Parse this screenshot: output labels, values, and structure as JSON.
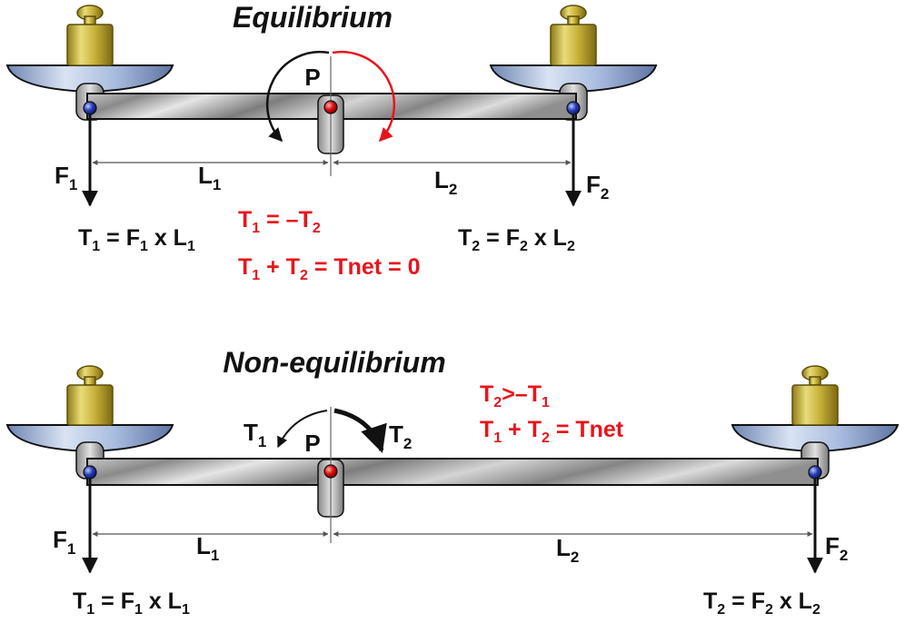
{
  "colors": {
    "red": "#e8141c",
    "black": "#111111",
    "beam": "#a9a9a9",
    "weight_gold": "#c9b53a",
    "pan_blue": "#8fa8cf",
    "pin_red": "#e01010",
    "pin_blue": "#2a3fc0"
  },
  "icons": [
    "brass-weight-icon",
    "balance-pan-icon",
    "pivot-pin-icon",
    "force-arrow-icon",
    "rotation-arrow-icon"
  ],
  "panels": [
    {
      "title": "Equilibrium",
      "pivot_label": "P",
      "force_left": {
        "base": "F",
        "sub": "1"
      },
      "force_right": {
        "base": "F",
        "sub": "2"
      },
      "length_left": {
        "base": "L",
        "sub": "1"
      },
      "length_right": {
        "base": "L",
        "sub": "2"
      },
      "torque_left": {
        "t": "T",
        "t_sub": "1",
        "eq": " = ",
        "f": "F",
        "f_sub": "1",
        "x": " x ",
        "l": "L",
        "l_sub": "1"
      },
      "torque_right": {
        "t": "T",
        "t_sub": "2",
        "eq": " = ",
        "f": "F",
        "f_sub": "2",
        "x": " x ",
        "l": "L",
        "l_sub": "2"
      },
      "relation1": {
        "a": "T",
        "a_sub": "1",
        "op": " = –",
        "b": "T",
        "b_sub": "2"
      },
      "relation2": {
        "a": "T",
        "a_sub": "1",
        "op": " + ",
        "b": "T",
        "b_sub": "2",
        "rest": " = Tnet = 0"
      }
    },
    {
      "title": "Non-equilibrium",
      "pivot_label": "P",
      "arrow_left": {
        "base": "T",
        "sub": "1"
      },
      "arrow_right": {
        "base": "T",
        "sub": "2"
      },
      "force_left": {
        "base": "F",
        "sub": "1"
      },
      "force_right": {
        "base": "F",
        "sub": "2"
      },
      "length_left": {
        "base": "L",
        "sub": "1"
      },
      "length_right": {
        "base": "L",
        "sub": "2"
      },
      "torque_left": {
        "t": "T",
        "t_sub": "1",
        "eq": " = ",
        "f": "F",
        "f_sub": "1",
        "x": " x ",
        "l": "L",
        "l_sub": "1"
      },
      "torque_right": {
        "t": "T",
        "t_sub": "2",
        "eq": " = ",
        "f": "F",
        "f_sub": "2",
        "x": " x ",
        "l": "L",
        "l_sub": "2"
      },
      "relation1": {
        "a": "T",
        "a_sub": "2",
        "op": ">–",
        "b": "T",
        "b_sub": "1"
      },
      "relation2": {
        "a": "T",
        "a_sub": "1",
        "op": " + ",
        "b": "T",
        "b_sub": "2",
        "rest": " = Tnet"
      }
    }
  ]
}
